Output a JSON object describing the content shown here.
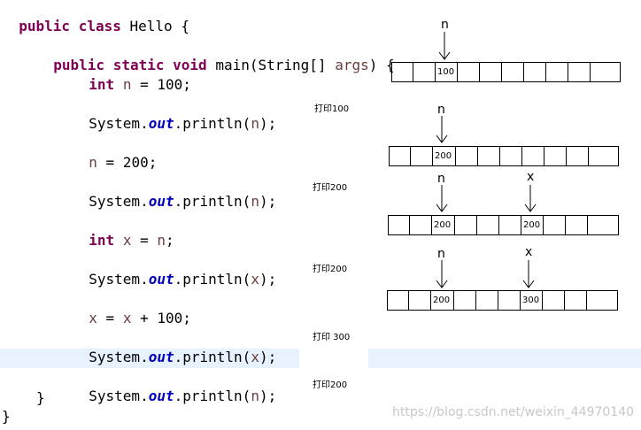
{
  "code": {
    "class_decl": {
      "kw1": "public",
      "kw2": "class",
      "name": "Hello {"
    },
    "main_decl": {
      "kw1": "public",
      "kw2": "static",
      "kw3": "void",
      "rest": "main(String[]",
      "args": "args",
      "end": ") {"
    },
    "line_int_n": {
      "kw": "int",
      "var": "n",
      "rest": " = 100;"
    },
    "println_n_1": {
      "pre": "System.",
      "field": "out",
      "mid": ".println(",
      "arg": "n",
      "end": ");"
    },
    "assign_n": {
      "var": "n",
      "rest": " = 200;"
    },
    "println_n_2": {
      "pre": "System.",
      "field": "out",
      "mid": ".println(",
      "arg": "n",
      "end": ");"
    },
    "line_int_x": {
      "kw": "int",
      "var": "x",
      "eq": " = ",
      "var2": "n",
      "end": ";"
    },
    "println_x_1": {
      "pre": "System.",
      "field": "out",
      "mid": ".println(",
      "arg": "x",
      "end": ");"
    },
    "assign_x": {
      "var": "x",
      "eq": " = ",
      "var2": "x",
      "rest": " + 100;"
    },
    "println_x_2": {
      "pre": "System.",
      "field": "out",
      "mid": ".println(",
      "arg": "x",
      "end": ");"
    },
    "println_n_3": {
      "pre": "System.",
      "field": "out",
      "mid": ".println(",
      "arg": "n",
      "end": ");"
    },
    "close_method": "}",
    "close_class": "}"
  },
  "annotations": {
    "a1": "打印100",
    "a2": "打印200",
    "a3": "打印200",
    "a4": "打印 300",
    "a5": "打印200"
  },
  "memory": {
    "diagram1": {
      "pointer_n": "n",
      "cell_n_value": "100"
    },
    "diagram2": {
      "pointer_n": "n",
      "cell_n_value": "200"
    },
    "diagram3": {
      "pointer_n": "n",
      "pointer_x": "x",
      "cell_n_value": "200",
      "cell_x_value": "200"
    },
    "diagram4": {
      "pointer_n": "n",
      "pointer_x": "x",
      "cell_n_value": "200",
      "cell_x_value": "300"
    }
  },
  "watermark": "https://blog.csdn.net/weixin_44970140",
  "colors": {
    "keyword": "#7f0055",
    "variable": "#6a3e3e",
    "static_field": "#0000c0",
    "current_line_highlight": "#e8f2fe",
    "watermark": "#c8c8c8"
  }
}
